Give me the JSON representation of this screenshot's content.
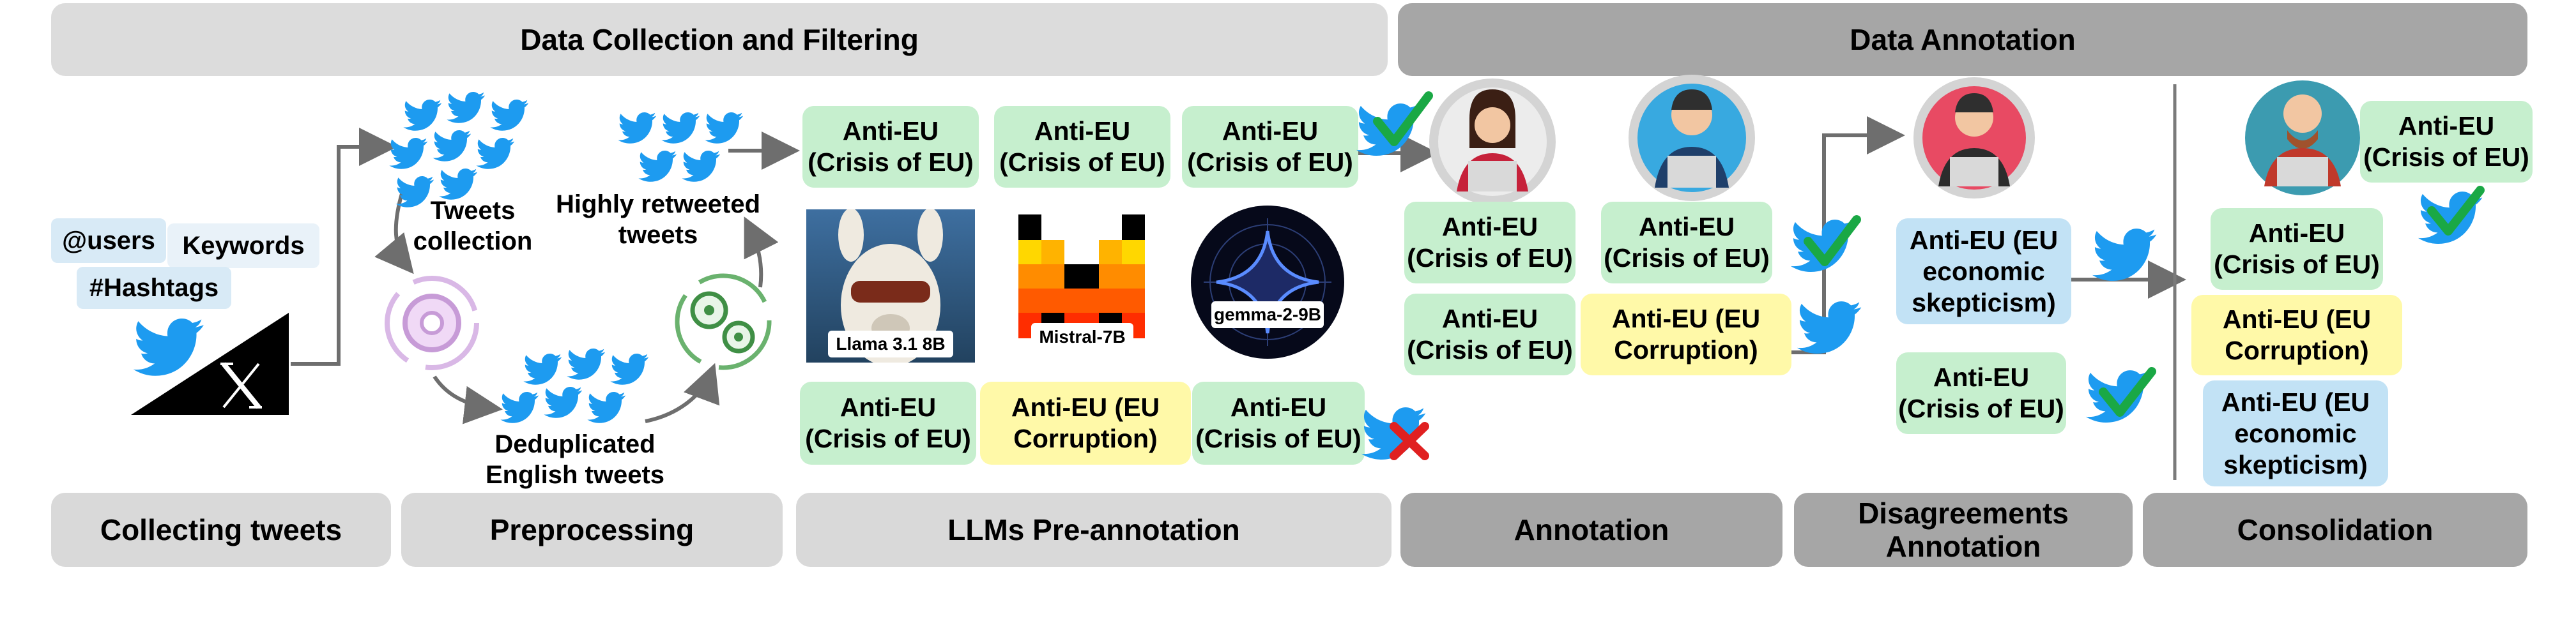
{
  "headers": {
    "collection": "Data Collection and Filtering",
    "annotation": "Data Annotation"
  },
  "stages": {
    "collecting": "Collecting tweets",
    "preprocessing": "Preprocessing",
    "llm": "LLMs Pre-annotation",
    "annotation": "Annotation",
    "disagreements": "Disagreements Annotation",
    "consolidation": "Consolidation"
  },
  "collection": {
    "users": "@users",
    "keywords": "Keywords",
    "hashtags": "#Hashtags",
    "tweets_collection": "Tweets collection",
    "deduplicated": "Deduplicated English tweets",
    "highly_retweeted": "Highly retweeted tweets"
  },
  "models": {
    "llama": "Llama 3.1 8B",
    "mistral": "Mistral-7B",
    "gemma": "gemma-2-9B"
  },
  "labels": {
    "crisis": "Anti-EU (Crisis of EU)",
    "corruption": "Anti-EU (EU Corruption)",
    "skepticism": "Anti-EU (EU economic skepticism)"
  },
  "colors": {
    "crisis": "#c6efce",
    "corruption": "#fff9a8",
    "skepticism": "#c2e2f5",
    "twitter": "#1d9bf0",
    "check": "#1aa845",
    "cross": "#e02020"
  },
  "icons": [
    "twitter-bird-icon",
    "x-logo-icon",
    "gear-cycle-icon",
    "checkmark-icon",
    "cross-icon",
    "annotator-avatar-icon",
    "llama-image",
    "mistral-logo",
    "gemma-logo"
  ]
}
